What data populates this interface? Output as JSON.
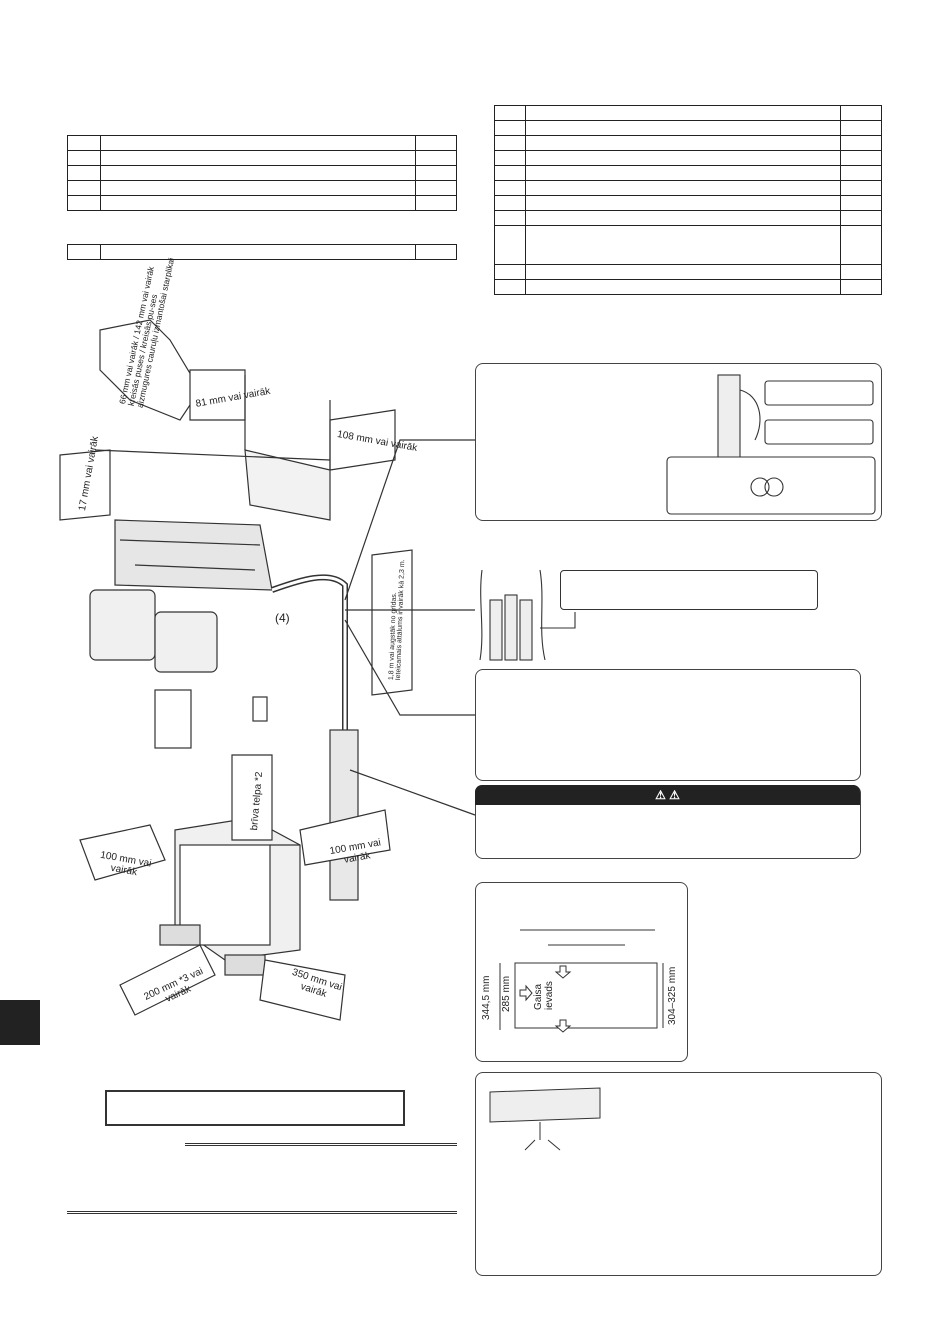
{
  "diagram": {
    "clearances": {
      "left_wall": "66 mm vai vairāk / 142 mm vai vairāk kreisās puses / kreisās pu-ses aizmugures cauruļu izmantošai starplikai",
      "top": "81 mm vai vairāk",
      "right": "108 mm vai vairāk",
      "ceiling": "17 mm vai vairāk",
      "floor_height": "1,8 m vai augstāk no grīdas. Ieteicamais attālums ir vairāk kā 2,3 m.",
      "part_4": "(4)",
      "free_space": "brīva telpa *2",
      "outdoor_left": "100 mm vai vairāk",
      "outdoor_right": "100 mm vai vairāk",
      "outdoor_front_left": "200 mm *3 vai vairāk",
      "outdoor_front_right": "350 mm vai vairāk"
    },
    "warning_symbols": "⚠ ⚠",
    "dimensions": {
      "h1": "344,5 mm",
      "h2": "285 mm",
      "h3": "304–325 mm",
      "air_inlet": "Gaisa ievads"
    }
  }
}
